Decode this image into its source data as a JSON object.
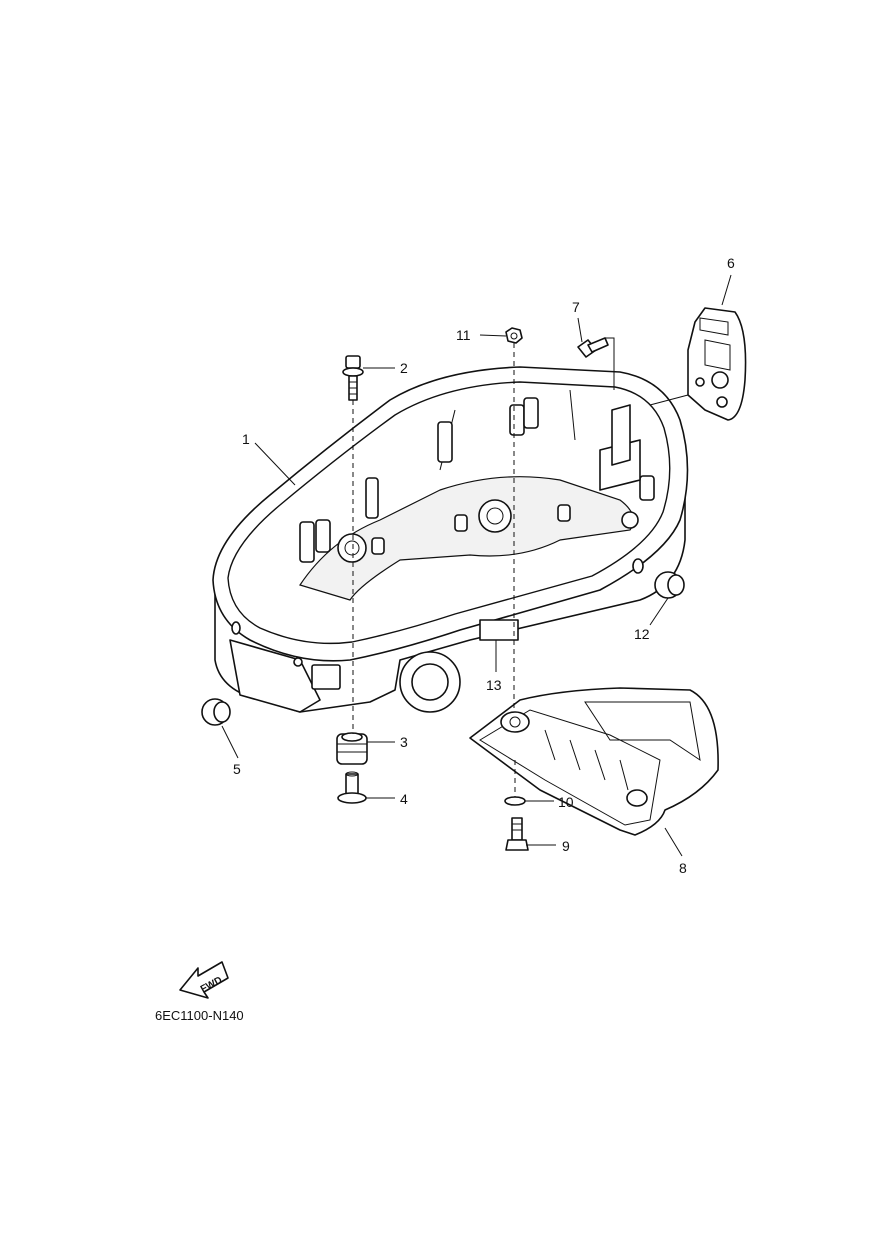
{
  "diagram": {
    "callouts": [
      {
        "id": "1",
        "label": "1"
      },
      {
        "id": "2",
        "label": "2"
      },
      {
        "id": "3",
        "label": "3"
      },
      {
        "id": "4",
        "label": "4"
      },
      {
        "id": "5",
        "label": "5"
      },
      {
        "id": "6",
        "label": "6"
      },
      {
        "id": "7",
        "label": "7"
      },
      {
        "id": "8",
        "label": "8"
      },
      {
        "id": "9",
        "label": "9"
      },
      {
        "id": "10",
        "label": "10"
      },
      {
        "id": "11",
        "label": "11"
      },
      {
        "id": "12",
        "label": "12"
      },
      {
        "id": "13",
        "label": "13"
      }
    ],
    "fwd_label": "FWD",
    "part_code": "6EC1100-N140"
  }
}
